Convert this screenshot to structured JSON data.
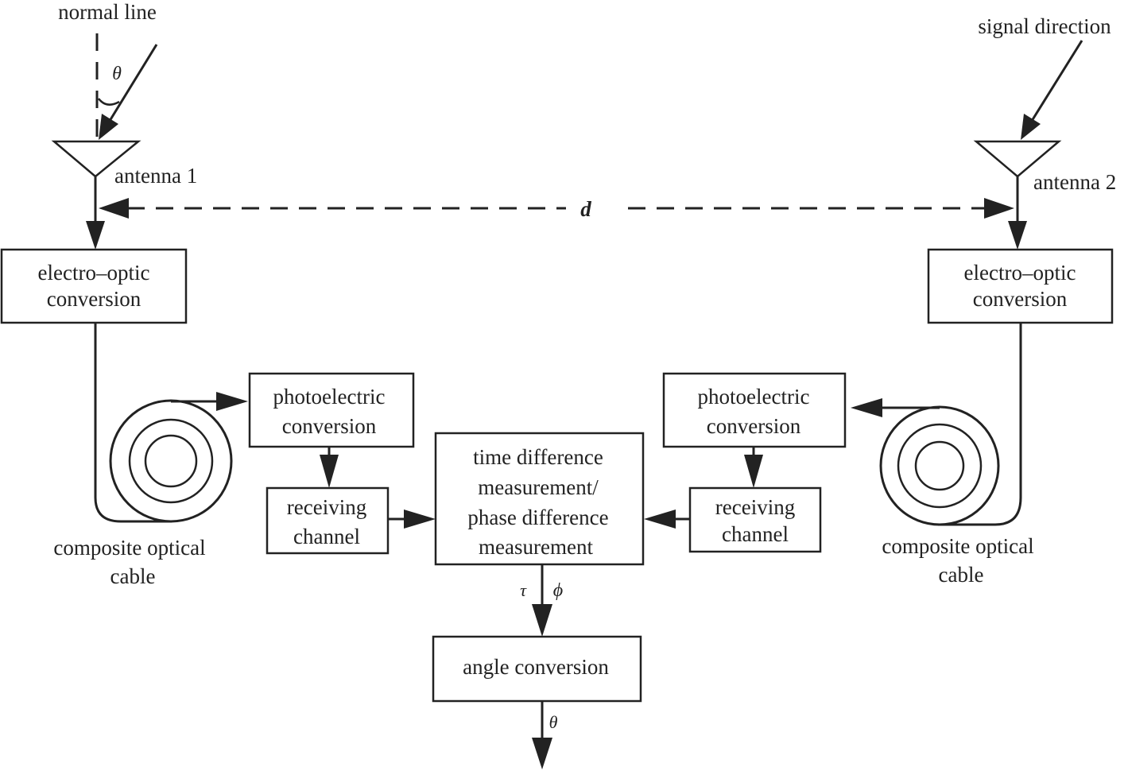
{
  "labels": {
    "normal_line": "normal line",
    "signal_direction": "signal direction",
    "antenna_1": "antenna  1",
    "antenna_2": "antenna 2",
    "distance": "d",
    "theta_incidence": "θ",
    "tau": "τ",
    "phi": "ϕ",
    "theta_output": "θ"
  },
  "blocks": {
    "eo_left": [
      "electro–optic",
      "conversion"
    ],
    "eo_right": [
      "electro–optic",
      "conversion"
    ],
    "pe_left": [
      "photoelectric",
      "conversion"
    ],
    "pe_right": [
      "photoelectric",
      "conversion"
    ],
    "rx_left": [
      "receiving",
      "channel"
    ],
    "rx_right": [
      "receiving",
      "channel"
    ],
    "measure": [
      "time difference",
      "measurement/",
      "phase difference",
      "measurement"
    ],
    "angle": [
      "angle conversion"
    ]
  },
  "cables": {
    "left": [
      "composite optical",
      "cable"
    ],
    "right": [
      "composite optical",
      "cable"
    ]
  },
  "colors": {
    "ink": "#222222",
    "background": "#ffffff"
  }
}
